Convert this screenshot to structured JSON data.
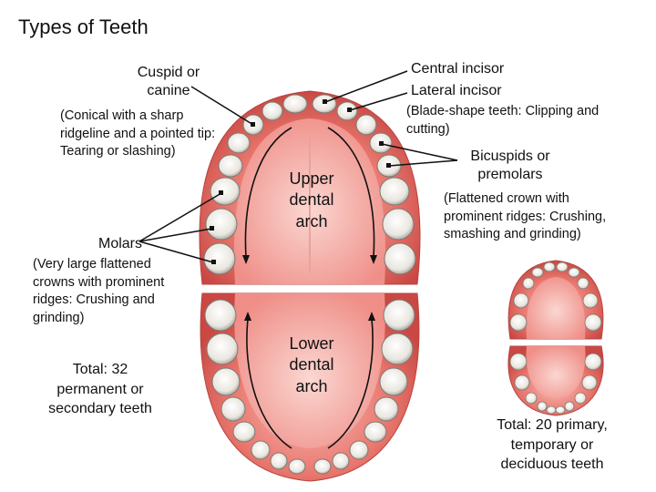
{
  "title": "Types of Teeth",
  "labels": {
    "cuspid": "Cuspid or canine",
    "cuspid_desc": "(Conical with a sharp ridgeline and a pointed tip: Tearing or slashing)",
    "central_incisor": "Central incisor",
    "lateral_incisor": "Lateral incisor",
    "incisor_desc": "(Blade-shape teeth: Clipping and cutting)",
    "bicuspids": "Bicuspids or premolars",
    "bicuspids_desc": "(Flattened crown with prominent ridges: Crushing, smashing and grinding)",
    "molars": "Molars",
    "molars_desc": "(Very large flattened crowns with prominent ridges: Crushing and grinding)",
    "upper_arch": "Upper dental arch",
    "lower_arch": "Lower dental arch",
    "total_permanent": "Total: 32 permanent or secondary teeth",
    "total_primary": "Total: 20 primary, temporary or deciduous teeth"
  }
}
